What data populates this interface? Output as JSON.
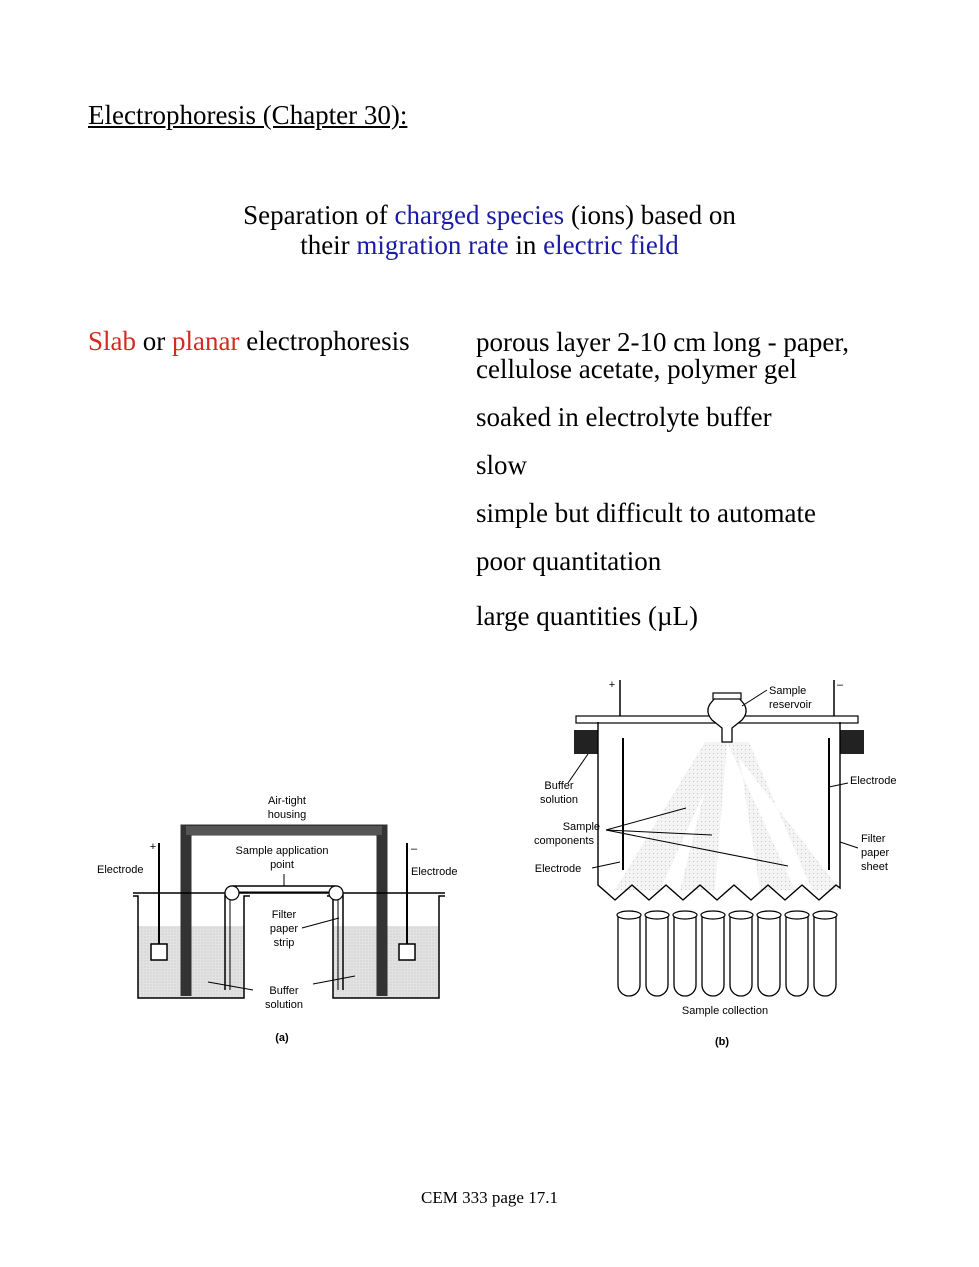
{
  "title": "Electrophoresis (Chapter 30):",
  "definition": {
    "line1": [
      {
        "text": "Separation of ",
        "color": "black"
      },
      {
        "text": "charged species",
        "color": "blue"
      },
      {
        "text": " (ions) based on",
        "color": "black"
      }
    ],
    "line2": [
      {
        "text": "their ",
        "color": "black"
      },
      {
        "text": "migration rate",
        "color": "blue"
      },
      {
        "text": " in ",
        "color": "black"
      },
      {
        "text": "electric field",
        "color": "blue"
      }
    ]
  },
  "slab": {
    "word1": "Slab",
    "or": " or ",
    "word2": "planar",
    "rest": " electrophoresis"
  },
  "properties": [
    "porous layer 2-10 cm long - paper,",
    "cellulose acetate, polymer gel",
    "soaked in electrolyte buffer",
    "slow",
    "simple but difficult to automate",
    "poor quantitation",
    "large quantities (µL)"
  ],
  "figure_a": {
    "air_tight": "Air-tight",
    "housing": "housing",
    "sample_app": "Sample application",
    "point": "point",
    "electrode_left": "Electrode",
    "electrode_right": "Electrode",
    "plus": "+",
    "minus": "–",
    "filter": "Filter",
    "paper": "paper",
    "strip": "strip",
    "buffer": "Buffer",
    "solution": "solution",
    "caption": "(a)"
  },
  "figure_b": {
    "plus": "+",
    "minus": "–",
    "sample": "Sample",
    "reservoir": "reservoir",
    "buffer": "Buffer",
    "solution": "solution",
    "electrode_right": "Electrode",
    "sample2": "Sample",
    "components": "components",
    "filter": "Filter",
    "paper": "paper",
    "sheet": "sheet",
    "electrode_left": "Electrode",
    "collection": "Sample collection",
    "caption": "(b)"
  },
  "footer": "CEM 333 page 17.1",
  "colors": {
    "blue": "#1a1aa6",
    "red": "#d42a1e"
  }
}
